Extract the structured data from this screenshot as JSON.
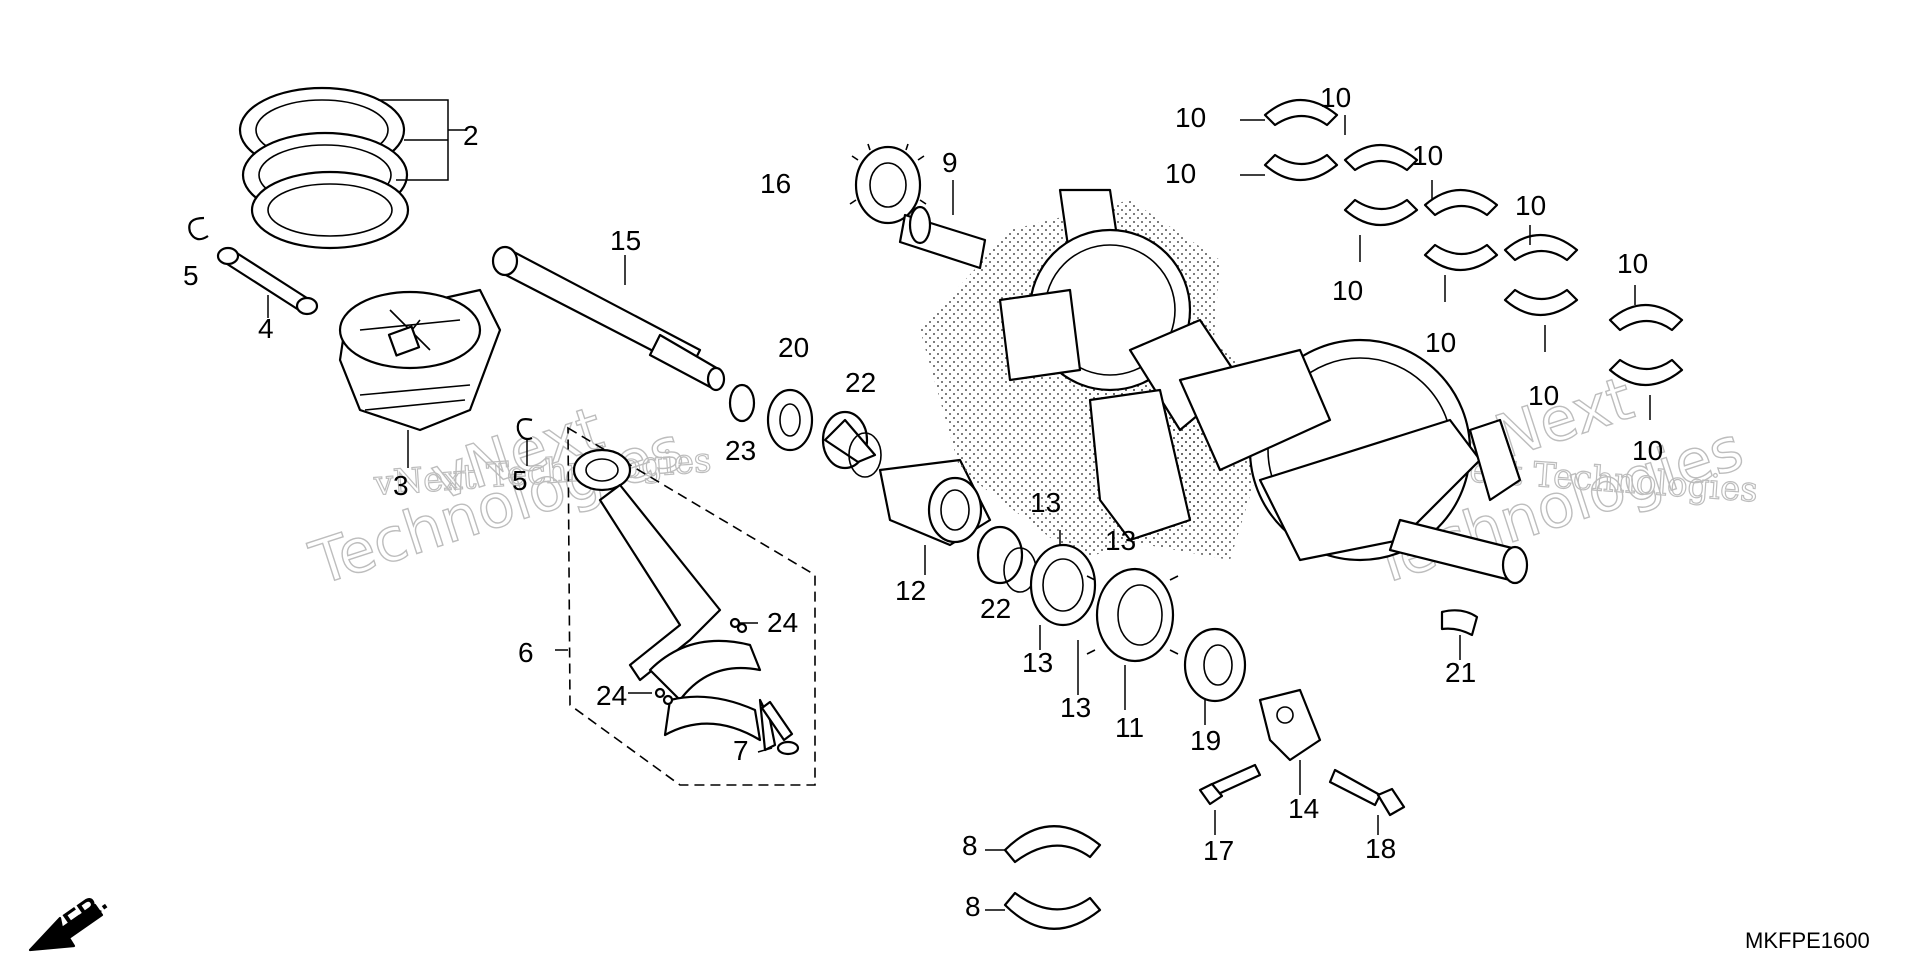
{
  "diagram": {
    "code": "MKFPE1600",
    "front_marker": "FR.",
    "watermarks": [
      {
        "line1": "vNext Technologies",
        "line2": "vNext",
        "line3": "Technologies"
      },
      {
        "line1": "vNext Technologies",
        "line2": "vNext",
        "line3": "Technologies"
      }
    ],
    "labels": {
      "l2": "2",
      "l3": "3",
      "l4": "4",
      "l5a": "5",
      "l5b": "5",
      "l6": "6",
      "l7": "7",
      "l8a": "8",
      "l8b": "8",
      "l9": "9",
      "l10a": "10",
      "l10b": "10",
      "l10c": "10",
      "l10d": "10",
      "l10e": "10",
      "l10f": "10",
      "l10g": "10",
      "l10h": "10",
      "l10i": "10",
      "l10j": "10",
      "l11": "11",
      "l12": "12",
      "l13a": "13",
      "l13b": "13",
      "l13c": "13",
      "l13d": "13",
      "l14": "14",
      "l15": "15",
      "l16": "16",
      "l17": "17",
      "l18": "18",
      "l19": "19",
      "l20": "20",
      "l21": "21",
      "l22a": "22",
      "l22b": "22",
      "l23": "23",
      "l24a": "24",
      "l24b": "24"
    }
  }
}
